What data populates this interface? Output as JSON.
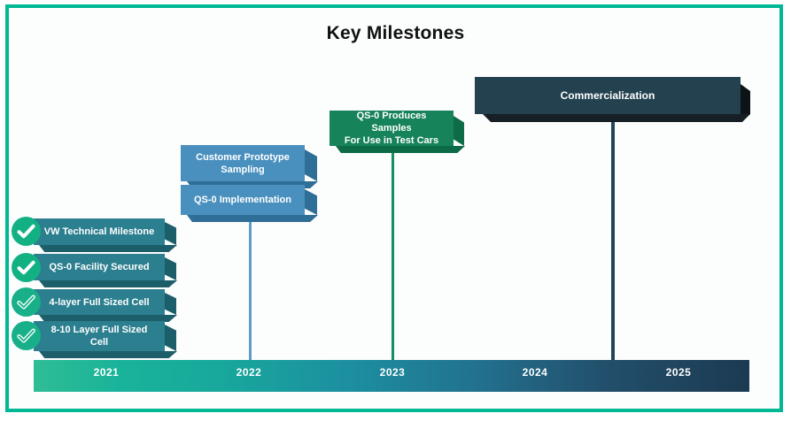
{
  "chart_data": {
    "type": "timeline",
    "title": "Key Milestones",
    "axis": {
      "type": "year",
      "ticks": [
        "2021",
        "2022",
        "2023",
        "2024",
        "2025"
      ]
    },
    "milestones": [
      {
        "label": "VW Technical Milestone",
        "year": "2021",
        "status": "complete",
        "style": "teal"
      },
      {
        "label": "QS-0 Facility Secured",
        "year": "2021",
        "status": "complete",
        "style": "teal"
      },
      {
        "label": "4-layer Full Sized Cell",
        "year": "2021",
        "status": "complete-outline",
        "style": "teal"
      },
      {
        "label": "8-10 Layer Full Sized Cell",
        "year": "2021",
        "status": "complete-outline",
        "style": "teal"
      },
      {
        "label": "Customer Prototype Sampling",
        "year": "2022",
        "status": "planned",
        "style": "blue"
      },
      {
        "label": "QS-0 Implementation",
        "year": "2022",
        "status": "planned",
        "style": "blue"
      },
      {
        "label": "QS-0 Produces Samples For Use in Test Cars",
        "year": "2023",
        "status": "planned",
        "style": "green"
      },
      {
        "label": "Commercialization",
        "year": "2024-2025",
        "status": "planned",
        "style": "navy"
      }
    ]
  },
  "header": {
    "title": "Key Milestones"
  },
  "timeline": {
    "years": [
      {
        "label": "2021"
      },
      {
        "label": "2022"
      },
      {
        "label": "2023"
      },
      {
        "label": "2024"
      },
      {
        "label": "2025"
      }
    ]
  },
  "milestones": {
    "vw_technical_milestone": {
      "label": "VW Technical Milestone"
    },
    "qs0_facility_secured": {
      "label": "QS-0 Facility Secured"
    },
    "four_layer_cell": {
      "label": "4-layer Full Sized Cell"
    },
    "eight_ten_layer_cell_line1": {
      "label": "8-10 Layer Full Sized"
    },
    "eight_ten_layer_cell_line2": {
      "label": "Cell"
    },
    "customer_prototype_line1": {
      "label": "Customer Prototype"
    },
    "customer_prototype_line2": {
      "label": "Sampling"
    },
    "qs0_implementation": {
      "label": "QS-0 Implementation"
    },
    "qs0_samples_line1": {
      "label": "QS-0 Produces Samples"
    },
    "qs0_samples_line2": {
      "label": "For Use in Test Cars"
    },
    "commercialization": {
      "label": "Commercialization"
    }
  },
  "icons": {
    "check_filled": "check-circle-filled-icon",
    "check_outline": "check-circle-outline-icon"
  },
  "colors": {
    "frame_border": "#00b894",
    "accent_green": "#10b083",
    "teal_card": "#2b7f8f",
    "blue_card": "#4a90be",
    "green_card": "#16835a",
    "navy_card": "#23414f",
    "bar_start": "#2fbd95",
    "bar_end": "#1c3a52"
  }
}
